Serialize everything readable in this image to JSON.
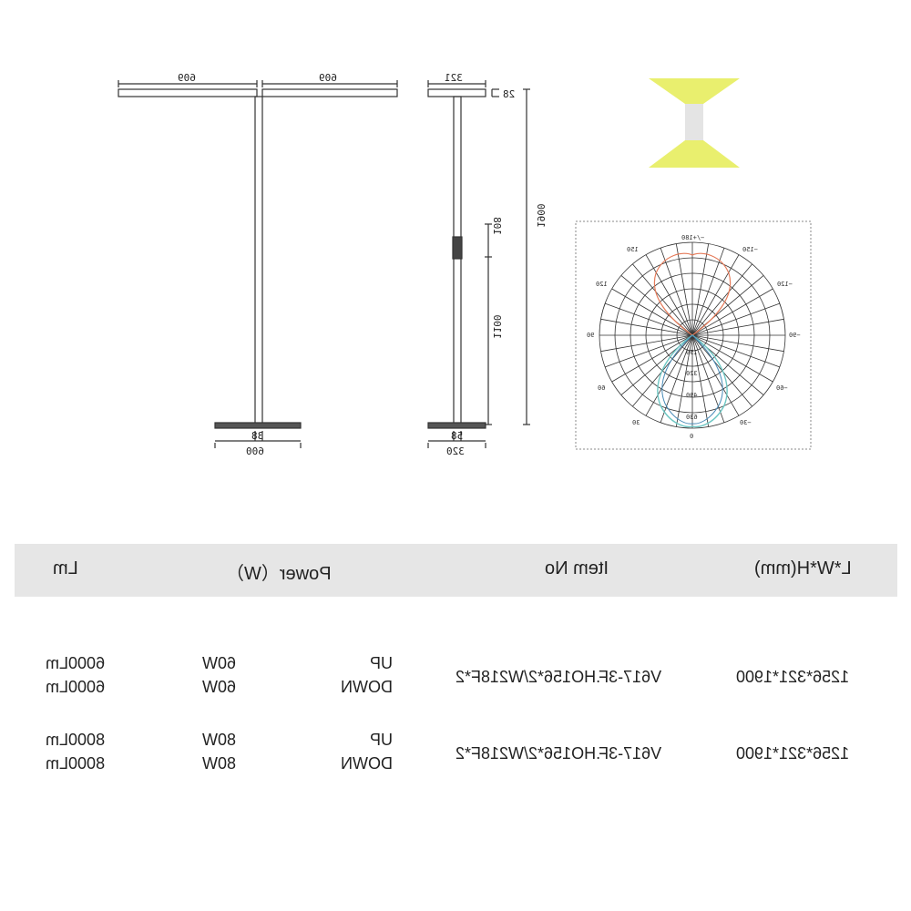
{
  "drawing": {
    "dims": {
      "left_arm": "609",
      "right_arm": "609",
      "depth_top": "321",
      "thickness": "28",
      "height_total": "1900",
      "switch_len": "108",
      "pole_len": "1100",
      "stem": "38",
      "base_width": "600",
      "base_depth_inner": "58",
      "base_depth": "320"
    },
    "polar_labels": [
      "−/+180",
      "150",
      "−150",
      "120",
      "−120",
      "90",
      "−90",
      "60",
      "−60",
      "30",
      "−30",
      "0",
      "150",
      "320",
      "490",
      "630"
    ],
    "colors": {
      "light_yellow": "#e9ef6e",
      "curve_up": "#e57b5a",
      "curve_down_a": "#6ec7c4",
      "curve_down_b": "#4a8cb8",
      "line": "#333333"
    }
  },
  "table": {
    "headers": {
      "lwh": "L*W*H(mm)",
      "item": "Item No",
      "power": "Power（W）",
      "lm": "Lm"
    },
    "rows": [
      {
        "lwh": "1256*321*1900",
        "item": "V617-3F.HO156*2/W218F*2",
        "dir_up": "UP",
        "dir_down": "DOWN",
        "w_up": "60W",
        "w_down": "60W",
        "lm_up": "6000Lm",
        "lm_down": "6000Lm"
      },
      {
        "lwh": "1256*321*1900",
        "item": "V617-3F.HO156*2/W218F*2",
        "dir_up": "UP",
        "dir_down": "DOWN",
        "w_up": "80W",
        "w_down": "80W",
        "lm_up": "8000Lm",
        "lm_down": "8000Lm"
      }
    ]
  }
}
